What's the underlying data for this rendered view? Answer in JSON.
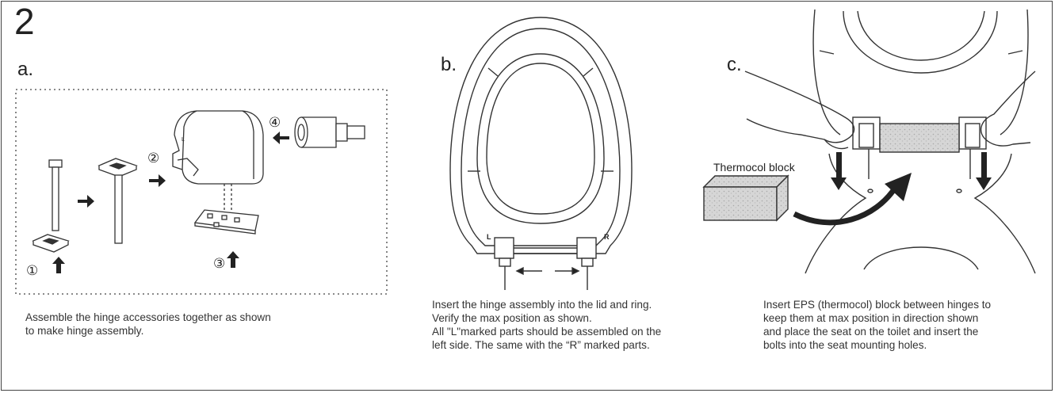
{
  "step": {
    "number": "2"
  },
  "panels": {
    "a": {
      "label": "a.",
      "caption": [
        "Assemble the hinge accessories together as shown",
        "to make hinge assembly."
      ],
      "step_markers": [
        "①",
        "②",
        "③",
        "④"
      ]
    },
    "b": {
      "label": "b.",
      "caption": [
        "Insert the hinge assembly into the lid and ring.",
        "Verify the max position as shown.",
        "All \"L\"marked parts should be assembled on the",
        "left side. The same with the “R” marked parts."
      ],
      "side_marks": {
        "left": "L",
        "right": "R"
      }
    },
    "c": {
      "label": "c.",
      "block_label": "Thermocol block",
      "caption": [
        "Insert EPS (thermocol) block between hinges to",
        "keep them at max position in direction shown",
        "and place the seat on the toilet and insert the",
        "bolts into the seat mounting holes."
      ]
    }
  },
  "colors": {
    "line": "#333333",
    "arrow": "#222222",
    "foam": "#d8d8d8"
  }
}
